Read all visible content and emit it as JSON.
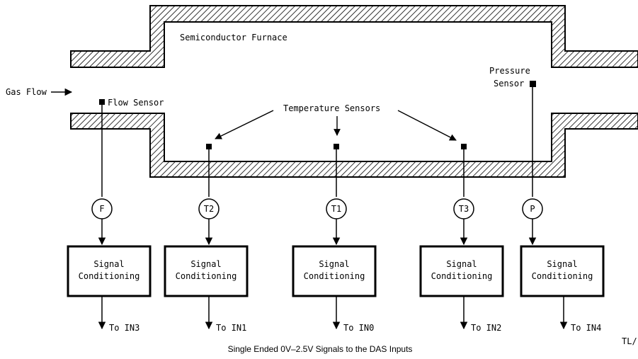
{
  "furnace": {
    "label": "Semiconductor Furnace"
  },
  "gas_flow": {
    "label": "Gas Flow"
  },
  "flow_sensor": {
    "label": "Flow Sensor"
  },
  "pressure_sensor": {
    "line1": "Pressure",
    "line2": "Sensor"
  },
  "temperature_sensors": {
    "label": "Temperature Sensors"
  },
  "channels": [
    {
      "id": "F",
      "box_line1": "Signal",
      "box_line2": "Conditioning",
      "output": "To IN3"
    },
    {
      "id": "T2",
      "box_line1": "Signal",
      "box_line2": "Conditioning",
      "output": "To IN1"
    },
    {
      "id": "T1",
      "box_line1": "Signal",
      "box_line2": "Conditioning",
      "output": "To IN0"
    },
    {
      "id": "T3",
      "box_line1": "Signal",
      "box_line2": "Conditioning",
      "output": "To IN2"
    },
    {
      "id": "P",
      "box_line1": "Signal",
      "box_line2": "Conditioning",
      "output": "To IN4"
    }
  ],
  "caption": "Single Ended 0V–2.5V Signals to the DAS Inputs",
  "corner_tag": "TL/"
}
